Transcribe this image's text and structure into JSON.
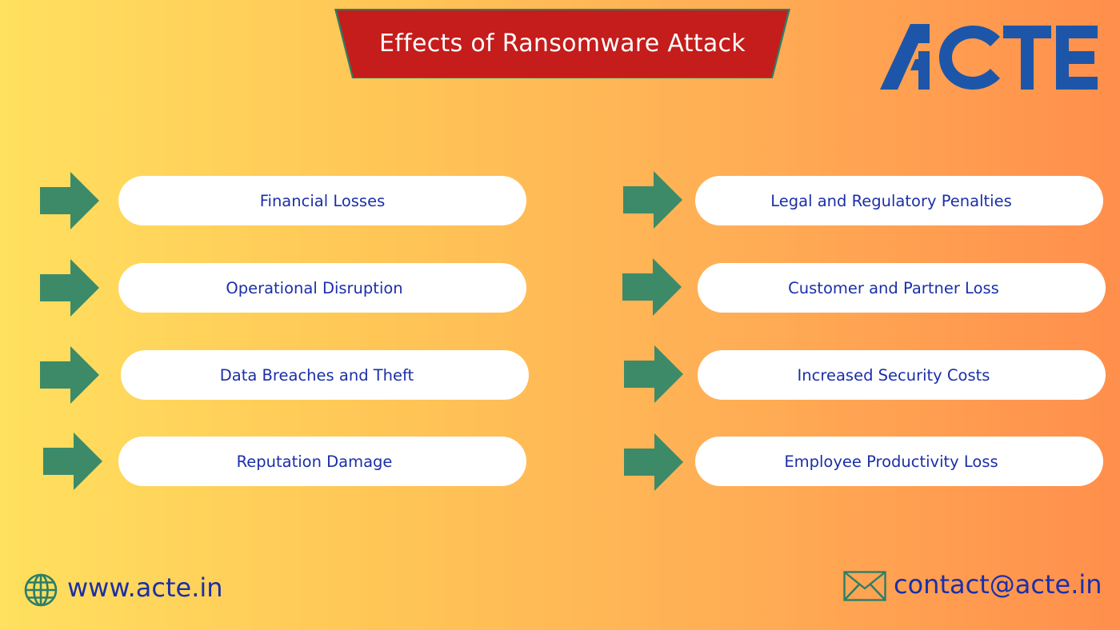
{
  "title": "Effects of Ransomware Attack",
  "logo": {
    "text": "ACTE",
    "color": "#1d56a8"
  },
  "colors": {
    "banner": "#c41d1b",
    "banner_edge": "#2a7f68",
    "arrow": "#3c8a68",
    "text": "#1b2fa8"
  },
  "left_items": [
    {
      "label": "Financial Losses"
    },
    {
      "label": "Operational Disruption"
    },
    {
      "label": "Data Breaches and Theft"
    },
    {
      "label": "Reputation Damage"
    }
  ],
  "right_items": [
    {
      "label": "Legal and Regulatory Penalties"
    },
    {
      "label": "Customer and Partner Loss"
    },
    {
      "label": "Increased Security Costs"
    },
    {
      "label": "Employee Productivity Loss"
    }
  ],
  "footer": {
    "website": "www.acte.in",
    "website_icon": "globe-icon",
    "email": "contact@acte.in",
    "email_icon": "envelope-icon"
  }
}
